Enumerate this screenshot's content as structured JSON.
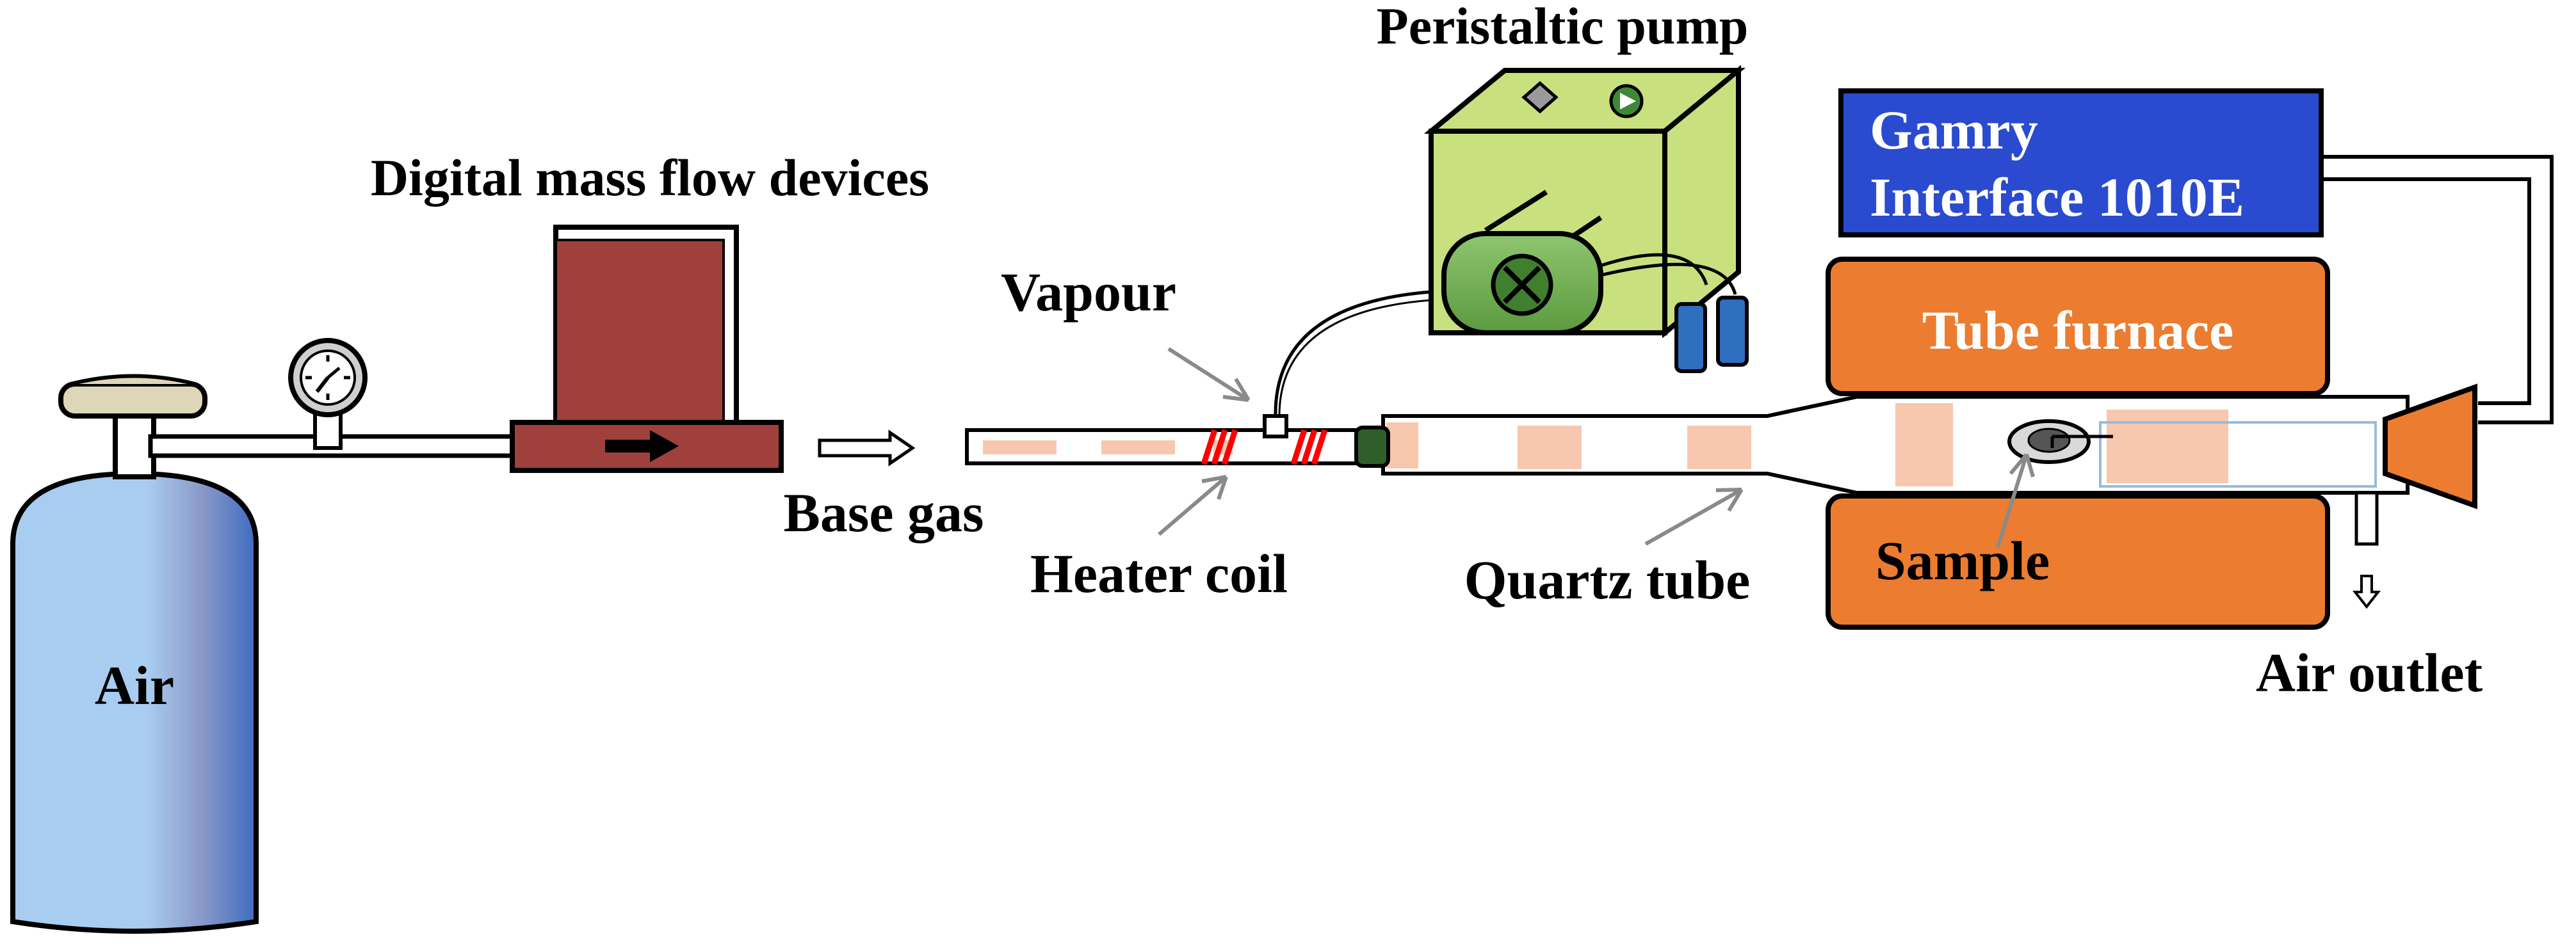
{
  "labels": {
    "air": "Air",
    "mass_flow": "Digital mass flow devices",
    "base_gas": "Base gas",
    "vapour": "Vapour",
    "heater_coil": "Heater coil",
    "quartz_tube": "Quartz tube",
    "pump": "Peristaltic pump",
    "gamry_line1": "Gamry",
    "gamry_line2": "Interface 1010E",
    "tube_furnace": "Tube furnace",
    "sample": "Sample",
    "air_outlet": "Air outlet"
  },
  "colors": {
    "cylinder_light": "#a9cdf0",
    "cylinder_dark": "#3e6cc0",
    "mfc_body": "#a0403d",
    "pump_body": "#c9e07f",
    "pump_motor": "#6aaa4d",
    "vial": "#2f6fc0",
    "gamry": "#2a4bd0",
    "furnace": "#ec7c30",
    "heater": "#ff0000",
    "tube_band": "#f7c7ae",
    "connector": "#2e5f2a",
    "pointer": "#8a8a8a"
  },
  "icons": {
    "valve": "valve-handle-icon",
    "gauge": "pressure-gauge-icon",
    "flow_arrow": "right-arrow-icon",
    "outlet_arrow": "down-arrow-icon"
  }
}
